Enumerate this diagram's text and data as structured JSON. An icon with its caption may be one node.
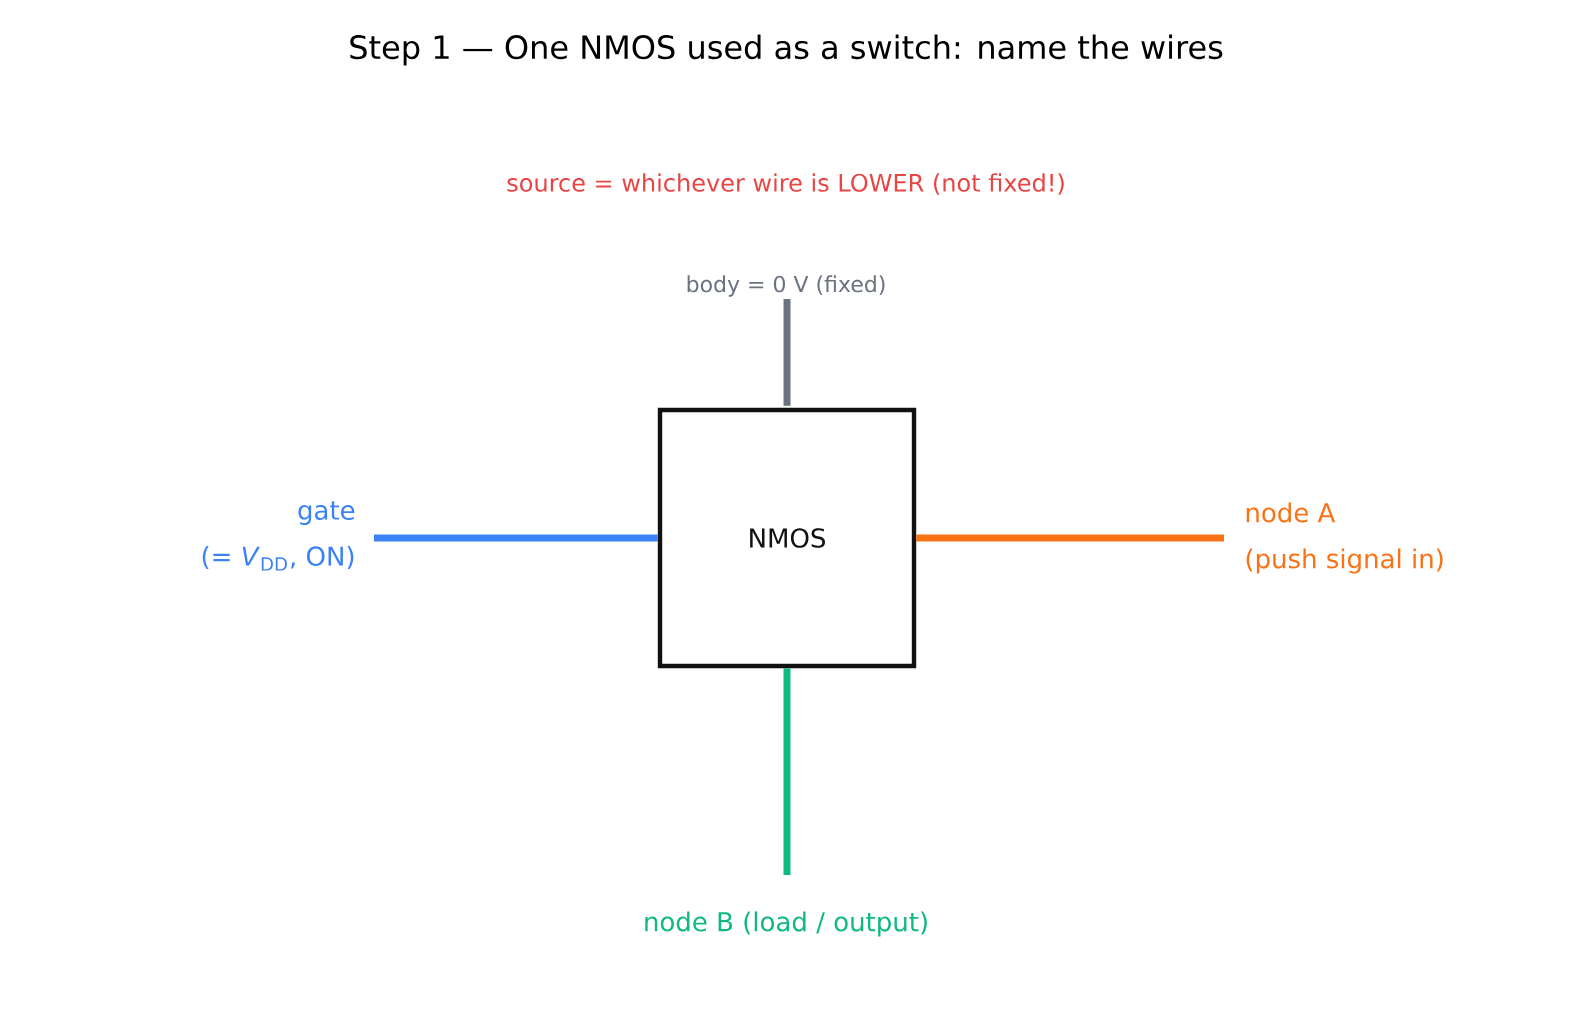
{
  "diagram": {
    "title": "Step 1 — One NMOS used as a switch: name the wires",
    "nodes": [
      {
        "text": [
          "NMOS"
        ]
      },
      {
        "text": [
          "body = 0 V (fixed)"
        ]
      },
      {
        "text": [
          "gate",
          "(= *V*$_{DD}$, ON)"
        ]
      },
      {
        "text": [
          "node A",
          "(push signal in)"
        ]
      },
      {
        "text": [
          "node B (load / output)"
        ]
      }
    ],
    "edges": [
      {
        "from": 0,
        "to": 1,
        "arrow": "none",
        "color": "#6b7280"
      },
      {
        "from": 0,
        "to": 2,
        "arrow": "none",
        "color": "#3b82f6"
      },
      {
        "from": 0,
        "to": 3,
        "arrow": "none",
        "color": "#f97316"
      },
      {
        "from": 0,
        "to": 4,
        "arrow": "none",
        "color": "#10b981"
      }
    ],
    "labels": [
      "source = whichever wire is LOWER (not fixed!)"
    ]
  }
}
